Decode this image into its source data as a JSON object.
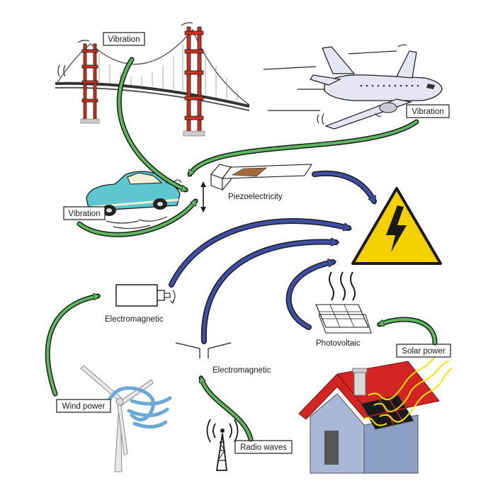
{
  "labels": {
    "vibration_bridge": "Vibration",
    "vibration_plane": "Vibration",
    "vibration_car": "Vibration",
    "piezoelectricity": "Piezoelectricity",
    "electromagnetic_wind": "Electromagnetic",
    "electromagnetic_radio": "Electromagnetic",
    "photovoltaic": "Photovoltaic",
    "solar_power": "Solar power",
    "wind_power": "Wind power",
    "radio_waves": "Radio waves"
  },
  "colors": {
    "green_arrow": "#5cb85c",
    "blue_arrow": "#3f4fa8",
    "bridge": "#c8321e",
    "warning_yellow": "#f5d000",
    "house_wall": "#a9b8d6",
    "roof": "#d32424",
    "car": "#5ec6cf",
    "sun_rays": "#f5e400"
  },
  "icons": [
    "bridge-icon",
    "airplane-icon",
    "car-icon",
    "wind-turbine-icon",
    "radio-tower-icon",
    "house-icon",
    "solar-panel-icon",
    "high-voltage-warning-icon",
    "generator-icon",
    "antenna-icon",
    "piezo-beam-icon"
  ]
}
